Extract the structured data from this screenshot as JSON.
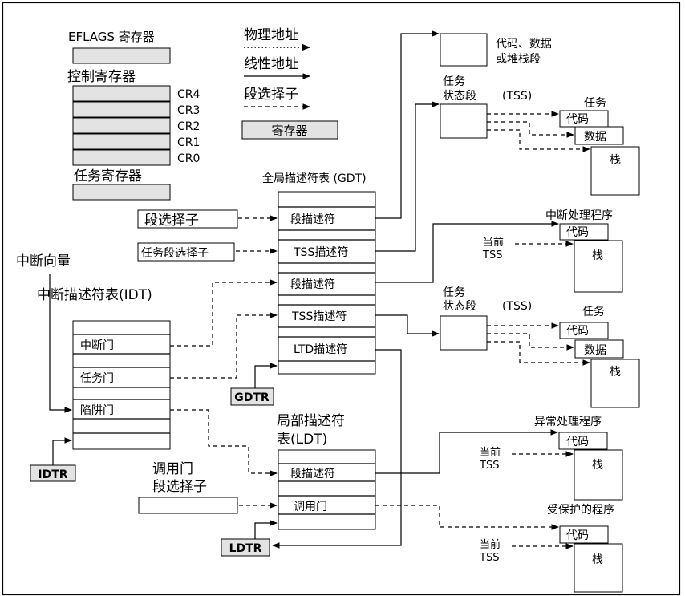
{
  "legend": {
    "eflags_register": "EFLAGS 寄存器",
    "control_registers": "控制寄存器",
    "cr_labels": [
      "CR4",
      "CR3",
      "CR2",
      "CR1",
      "CR0"
    ],
    "task_register": "任务寄存器",
    "physical_address": "物理地址",
    "linear_address": "线性地址",
    "segment_selector": "段选择子",
    "register": "寄存器"
  },
  "gdt": {
    "title": "全局描述符表 (GDT)",
    "entries": [
      "段描述符",
      "TSS描述符",
      "段描述符",
      "TSS描述符",
      "LTD描述符"
    ],
    "register": "GDTR"
  },
  "selectors": {
    "segment_selector": "段选择子",
    "task_segment_selector": "任务段选择子",
    "call_gate_selector_line1": "调用门",
    "call_gate_selector_line2": "段选择子"
  },
  "idt": {
    "vector_label": "中断向量",
    "title": "中断描述符表(IDT)",
    "entries": [
      "中断门",
      "任务门",
      "陷阱门"
    ],
    "register": "IDTR"
  },
  "ldt": {
    "title_line1": "局部描述符",
    "title_line2": "表(LDT)",
    "entries": [
      "段描述符",
      "调用门"
    ],
    "register": "LDTR"
  },
  "targets": {
    "code_data_stack_line1": "代码、数据",
    "code_data_stack_line2": "或堆栈段",
    "task_state_line1": "任务",
    "task_state_line2": "状态段",
    "tss_label": "(TSS)",
    "task_label": "任务",
    "code": "代码",
    "data": "数据",
    "stack": "栈",
    "interrupt_handler": "中断处理程序",
    "exception_handler": "异常处理程序",
    "protected_procedure": "受保护的程序",
    "current": "当前",
    "tss": "TSS"
  }
}
